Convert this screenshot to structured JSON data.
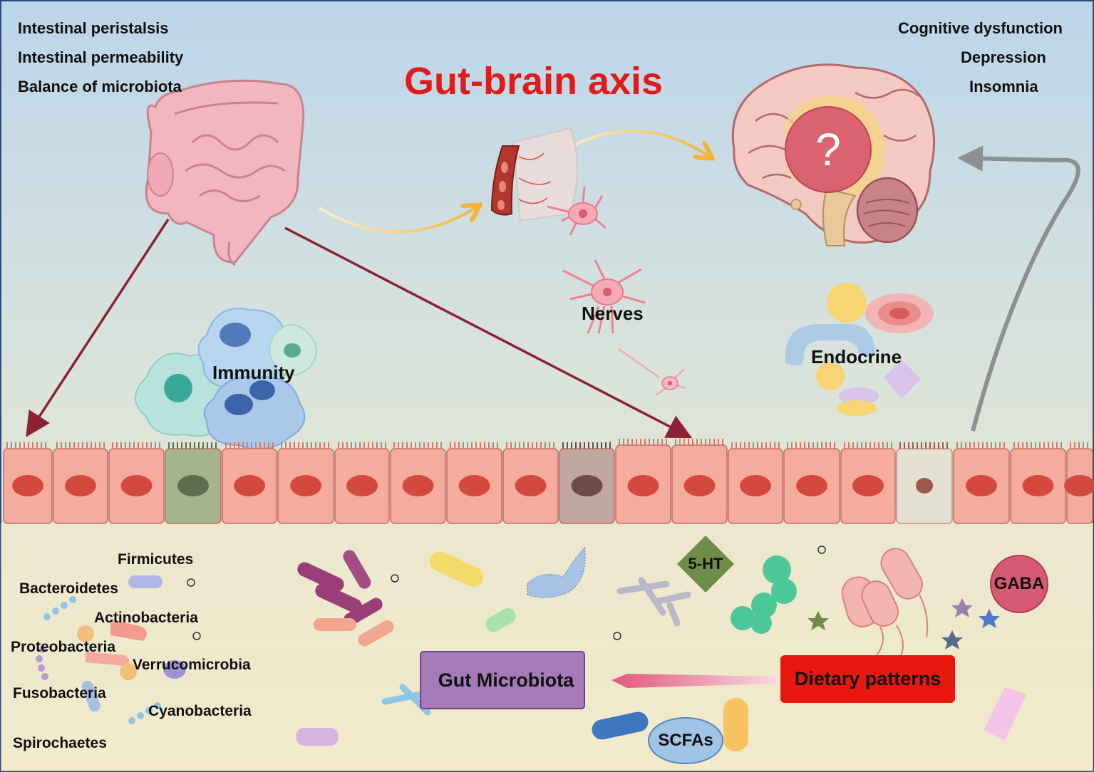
{
  "title": "Gut-brain axis",
  "gut_effects": [
    "Intestinal peristalsis",
    "Intestinal permeability",
    "Balance of microbiota"
  ],
  "brain_effects": [
    "Cognitive dysfunction",
    "Depression",
    "Insomnia"
  ],
  "pathways": {
    "immunity": "Immunity",
    "nerves": "Nerves",
    "endocrine": "Endocrine"
  },
  "brain_marker": "?",
  "bacteria": [
    "Firmicutes",
    "Bacteroidetes",
    "Actinobacteria",
    "Proteobacteria",
    "Verrucomicrobia",
    "Fusobacteria",
    "Cyanobacteria",
    "Spirochaetes"
  ],
  "molecules": {
    "serotonin": "5-HT",
    "gaba": "GABA",
    "scfa": "SCFAs"
  },
  "boxes": {
    "microbiota": "Gut Microbiota",
    "diet": "Dietary patterns"
  },
  "colors": {
    "title": "#e01b1b",
    "arrow_dark": "#8c2232",
    "arrow_gold": "#f2b437",
    "arrow_grey": "#8c9092",
    "diet_box": "#e8180f",
    "microbiota_box": "#a57ab8",
    "gaba": "#d65a72",
    "scfa": "#9fc4e6",
    "serotonin": "#6f8c4a"
  }
}
